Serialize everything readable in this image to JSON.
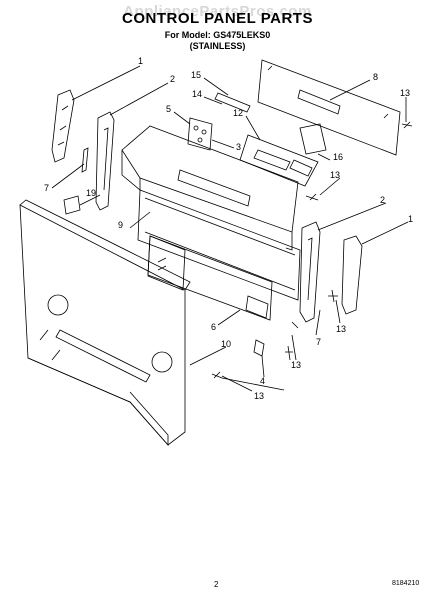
{
  "header": {
    "watermark": "AppliancePartsPros.com",
    "title": "CONTROL PANEL PARTS",
    "model": "For Model: GS475LEKS0",
    "variant": "(STAINLESS)"
  },
  "callouts": [
    "1",
    "2",
    "15",
    "8",
    "14",
    "5",
    "12",
    "13",
    "3",
    "16",
    "7",
    "19",
    "13",
    "9",
    "2",
    "1",
    "6",
    "7",
    "13",
    "10",
    "13",
    "4",
    "13"
  ],
  "footer": {
    "page_number": "2",
    "document_number": "8184210"
  }
}
